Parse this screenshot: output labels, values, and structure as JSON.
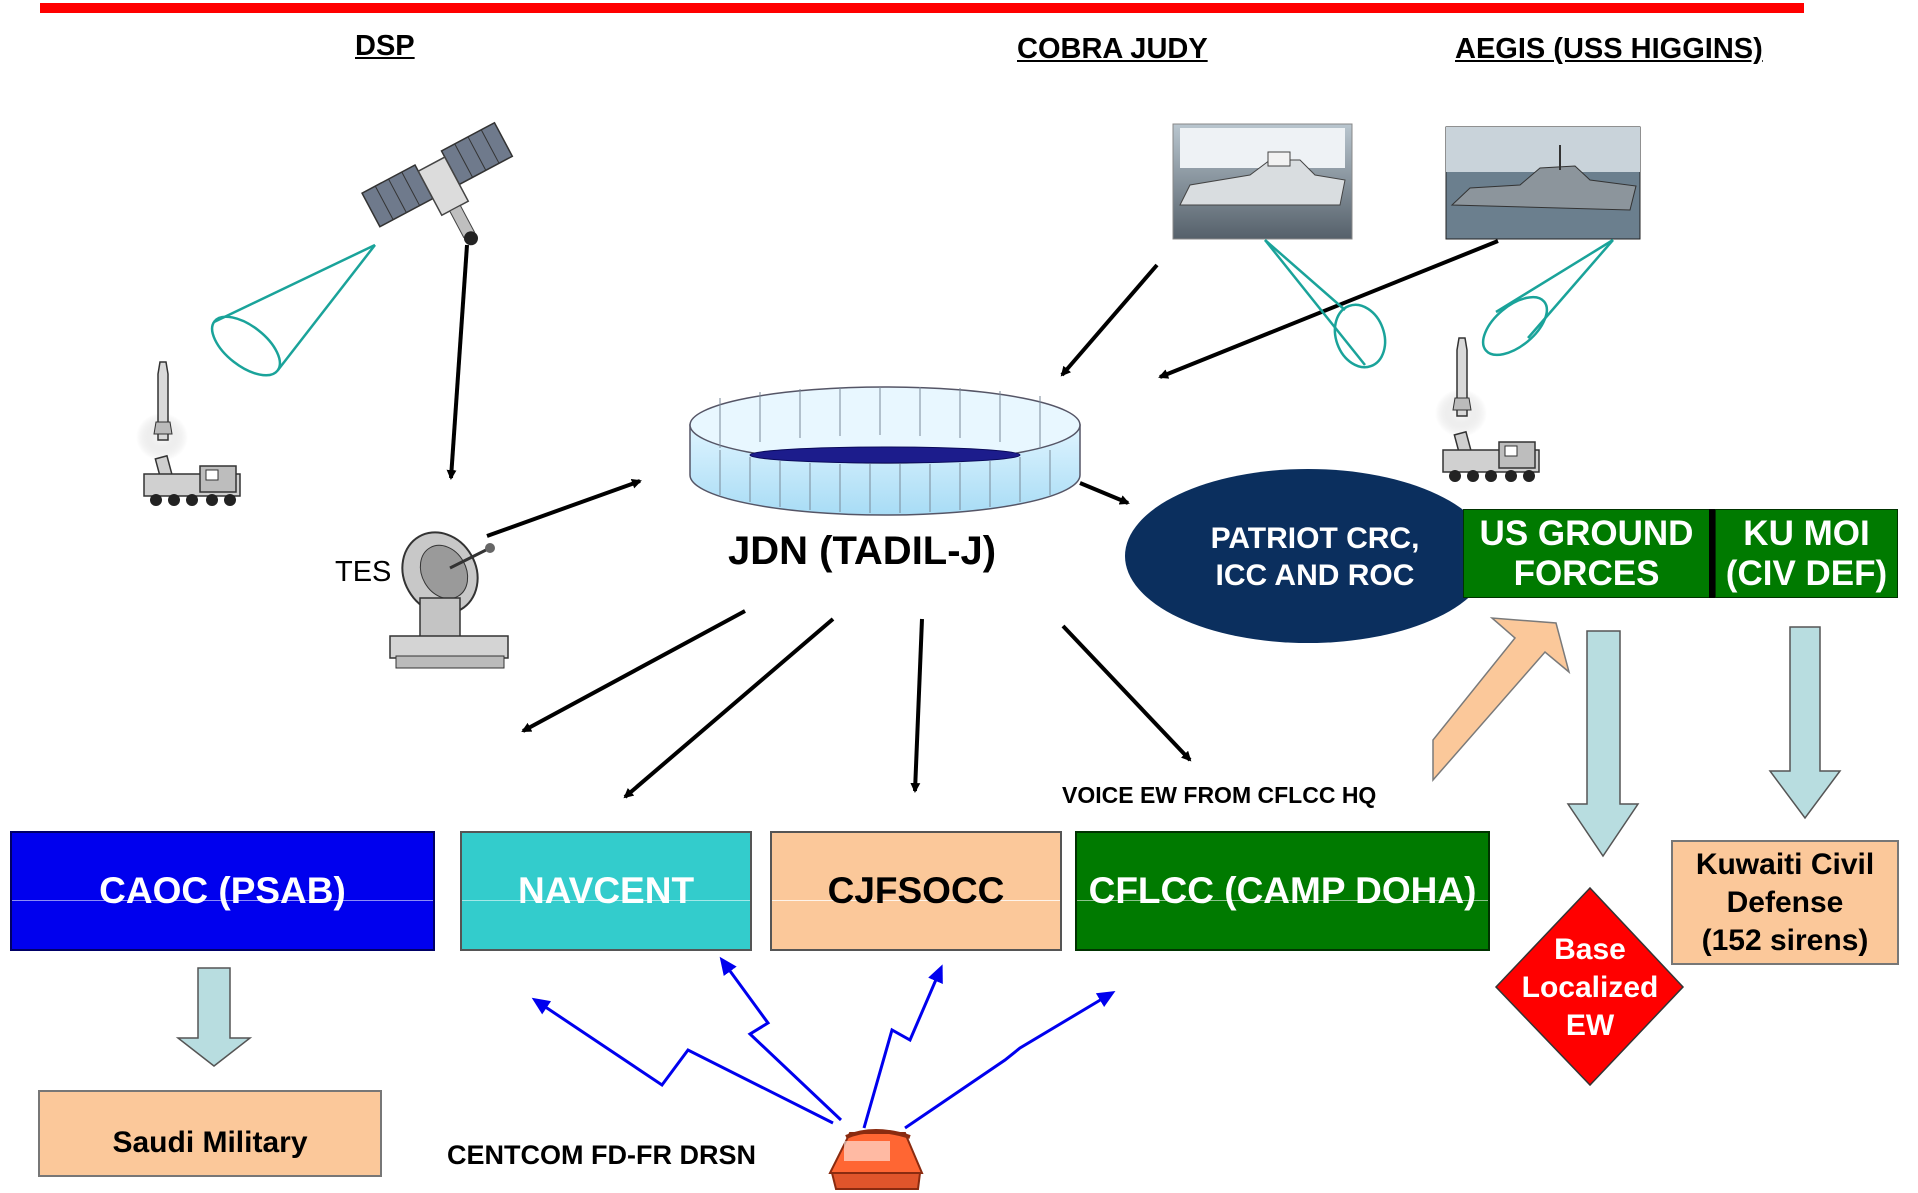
{
  "headers": {
    "dsp": "DSP",
    "cobra_judy": "COBRA JUDY",
    "aegis": "AEGIS (USS HIGGINS)"
  },
  "labels": {
    "tes": "TES",
    "jdn": "JDN (TADIL-J)",
    "voice_ew": "VOICE EW FROM CFLCC HQ",
    "centcom": "CENTCOM FD-FR DRSN"
  },
  "patriot": {
    "line1": "PATRIOT CRC,",
    "line2": "ICC AND ROC"
  },
  "us_ground": {
    "line1": "US GROUND",
    "line2": "FORCES"
  },
  "ku_moi": {
    "line1": "KU MOI",
    "line2": "(CIV DEF)"
  },
  "nodes": {
    "caoc": "CAOC (PSAB)",
    "navcent": "NAVCENT",
    "cjfsocc": "CJFSOCC",
    "cflcc": "CFLCC (CAMP DOHA)"
  },
  "saudi": "Saudi Military",
  "kuwait_cd": {
    "line1": "Kuwaiti Civil",
    "line2": "Defense",
    "line3": "(152 sirens)"
  },
  "base_ew": {
    "line1": "Base",
    "line2": "Localized",
    "line3": "EW"
  },
  "colors": {
    "top_bar": "#ff0000",
    "caoc": "#0000ee",
    "navcent": "#33cccc",
    "cjfsocc": "#fbc89a",
    "cflcc": "#007a00",
    "patriot": "#0b2f5e",
    "us_ground": "#007a00",
    "ku_moi": "#007a00",
    "base_ew": "#ff0000",
    "kuwait_cd": "#fbc89a",
    "saudi": "#fbc89a",
    "flow_arrow": "#b8dde0",
    "peach_arrow": "#fbc89a",
    "radio_arrow": "#0000ee",
    "sensor_beam": "#1aa39a"
  },
  "icons": [
    "satellite-icon",
    "missile-launcher-icon",
    "satellite-dish-icon",
    "ship-photo-icon",
    "telephone-icon"
  ]
}
